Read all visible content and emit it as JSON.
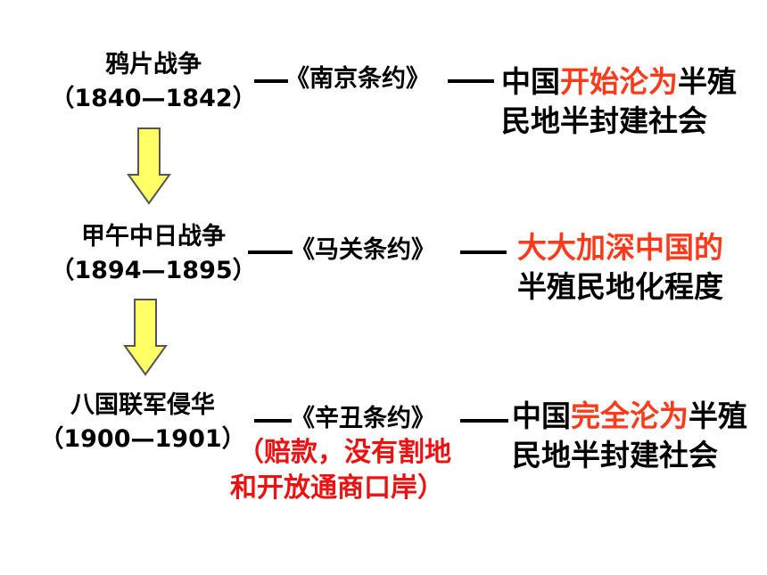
{
  "rows": [
    {
      "event": "鸦片战争",
      "years": "（1840—1842）",
      "treaty": "《南京条约》",
      "result_pre": "中国",
      "result_highlight": "开始沦为",
      "result_post": "半殖民地半封建社会"
    },
    {
      "event": "甲午中日战争",
      "years": "（1894—1895）",
      "treaty": "《马关条约》",
      "result_pre": "",
      "result_highlight": "大大加深中国的",
      "result_post": "半殖民地化程度"
    },
    {
      "event": "八国联军侵华",
      "years": "（1900—1901）",
      "treaty": "《辛丑条约》",
      "result_pre": "中国",
      "result_highlight": "完全沦为",
      "result_post": "半殖民地半封建社会",
      "note_line1": "（赔款，没有割地",
      "note_line2": "和开放通商口岸）"
    }
  ],
  "colors": {
    "highlight": "#ff3a1a",
    "note": "#ee1111",
    "arrow_fill": "#ffff66",
    "arrow_stroke": "#555555"
  }
}
